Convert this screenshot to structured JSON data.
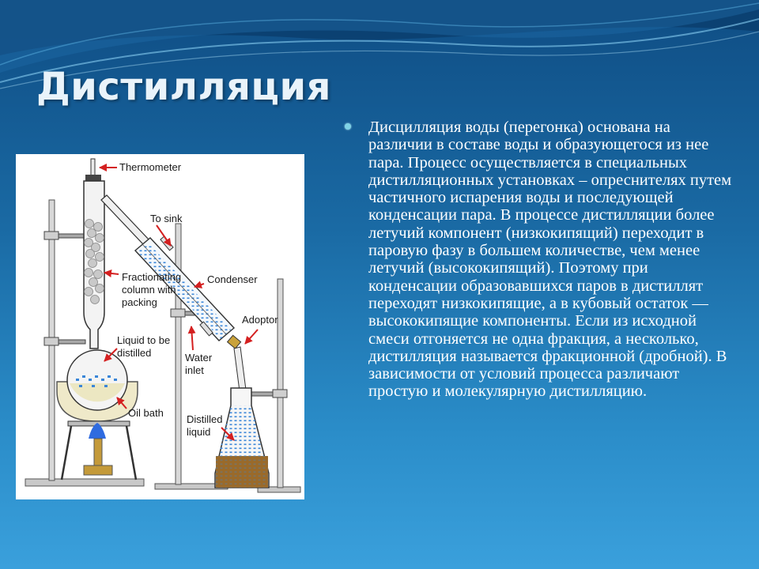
{
  "slide": {
    "title": "Дистилляция",
    "body_text": "Дисцилляция воды (перегонка) основана на различии в составе воды и образующегося из нее пара. Процесс осуществляется в специальных дистилляционных установках – опреснителях путем частичного испарения воды и последующей конденсации пара. В процессе дистилляции более летучий компонент (низкокипящий) переходит в паровую фазу в большем количестве, чем менее летучий (высококипящий). Поэтому при конденсации образовавшихся паров в дистиллят переходят низкокипящие, а в кубовый остаток — высококипящие компоненты. Если из исходной смеси отгоняется не одна фракция, а несколько, дистилляция называется фракционной (дробной). В зависимости от условий процесса различают простую и молекулярную дистилляцию."
  },
  "diagram": {
    "labels": {
      "thermometer": "Thermometer",
      "to_sink": "To sink",
      "condenser": "Condenser",
      "fractionating_1": "Fractionating",
      "fractionating_2": "column with",
      "fractionating_3": "packing",
      "adaptor": "Adoptor",
      "liquid_1": "Liquid to be",
      "liquid_2": "distilled",
      "water_1": "Water",
      "water_2": "inlet",
      "oil_bath": "Oil bath",
      "distilled_1": "Distilled",
      "distilled_2": "liquid"
    }
  },
  "colors": {
    "arrow_red": "#d42020",
    "water_blue": "#3a86d8",
    "flame_blue": "#2f6be0",
    "distillate_brown": "#9a6a2a"
  }
}
